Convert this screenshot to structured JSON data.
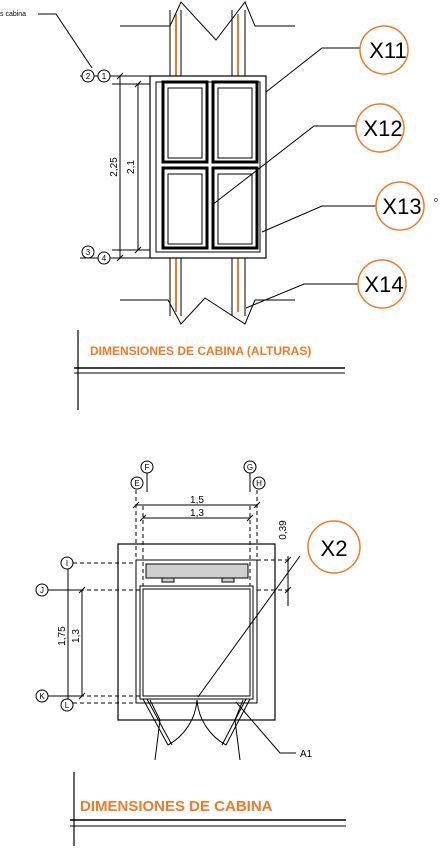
{
  "colors": {
    "accent": "#f07a26",
    "line": "#000000",
    "dashed": "#000000"
  },
  "top_section": {
    "title": "DIMENSIONES DE CABINA (ALTURAS)",
    "truncated_label": "s cabina",
    "side_text": "o",
    "dimensions": {
      "outer": "2,25",
      "inner": "2,1"
    },
    "axis_markers": [
      "1",
      "2",
      "3",
      "4"
    ],
    "callouts": [
      "X11",
      "X12",
      "X13",
      "X14"
    ]
  },
  "bottom_section": {
    "title": "DIMENSIONES DE CABINA",
    "dimensions": {
      "width_outer": "1,5",
      "width_inner": "1,3",
      "depth_outer": "1,75",
      "depth_inner": "1,3",
      "top_offset": "0,39"
    },
    "axis_markers": [
      "F",
      "E",
      "G",
      "H",
      "I",
      "J",
      "K",
      "L"
    ],
    "callouts": [
      "X2"
    ],
    "leader_label": "A1"
  }
}
